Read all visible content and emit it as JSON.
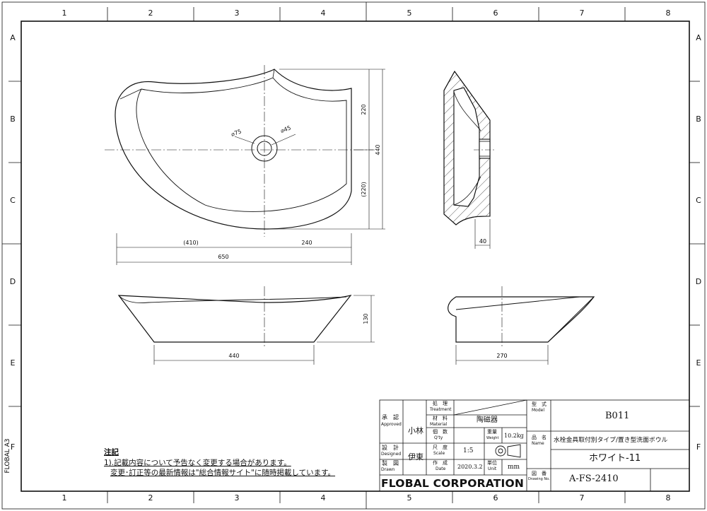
{
  "frame": {
    "col_labels": [
      "1",
      "2",
      "3",
      "4",
      "5",
      "6",
      "7",
      "8"
    ],
    "row_labels": [
      "A",
      "B",
      "C",
      "D",
      "E",
      "F"
    ],
    "sheet_label": "FLOBAL A3"
  },
  "dimensions": {
    "top_height_upper": "220",
    "top_height_total": "440",
    "top_height_lower": "(220)",
    "top_width_left": "(410)",
    "top_width_right": "240",
    "top_width_total": "650",
    "outer_dia": "⌀75",
    "inner_dia": "⌀45",
    "side_wall": "40",
    "front_height": "130",
    "front_base": "440",
    "side_base": "270"
  },
  "notes": {
    "title": "注記",
    "line1": "1).記載内容について予告なく変更する場合があります。",
    "line2": "変更･訂正等の最新情報は\"総合情報サイト\"に随時掲載しています。"
  },
  "title_block": {
    "approved_jp": "承　認",
    "approved_en": "Approved",
    "approved_name": "小林",
    "designed_jp": "設　計",
    "designed_en": "Designed",
    "drawn_jp": "製　図",
    "drawn_en": "Drawn",
    "drawn_name": "伊東",
    "treatment_jp": "処　理",
    "treatment_en": "Treatment",
    "material_jp": "材　料",
    "material_en": "Material",
    "material_value": "陶磁器",
    "qty_jp": "個　数",
    "qty_en": "Q'ty",
    "weight_jp": "重量",
    "weight_en": "Weight",
    "weight_value": "10.2kg",
    "scale_jp": "尺　度",
    "scale_en": "Scale",
    "scale_value": "1:5",
    "date_jp": "作　成",
    "date_en": "Date",
    "date_value": "2020.3.2",
    "unit_jp": "単位",
    "unit_en": "Unit",
    "unit_value": "mm",
    "model_jp": "型　式",
    "model_en": "Model",
    "model_value": "B011",
    "name_jp": "品　名",
    "name_en": "Name",
    "name_value": "水栓金具取付別タイプ/置き型洗面ボウル",
    "color_value": "ホワイト-11",
    "drawing_no_jp": "図　番",
    "drawing_no_en": "Drawing No.",
    "drawing_no_value": "A-FS-2410",
    "company": "FLOBAL CORPORATION"
  }
}
